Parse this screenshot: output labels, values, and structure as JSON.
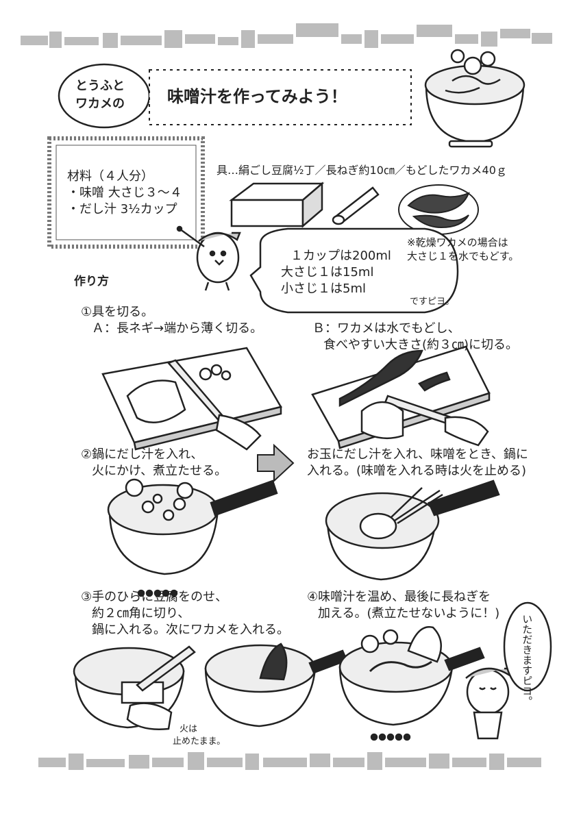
{
  "title": {
    "badge_line1": "とうふと",
    "badge_line2": "ワカメの",
    "main": "味噌汁を作ってみよう！"
  },
  "materials": {
    "heading": "材料（４人分）",
    "item1": "・味噌 大さじ３～４",
    "item2": "・だし汁 3½カップ"
  },
  "ingredients_line": "具…絹ごし豆腐½丁／長ねぎ約10㎝／もどしたワカメ40ｇ",
  "dried_note": {
    "line1": "※乾燥ワカメの場合は",
    "line2": "大さじ１を水でもどす。"
  },
  "measure_bubble": {
    "line1": "１カップは200ml",
    "line2": "大さじ１は15ml",
    "line3": "小さじ１は5ml",
    "tag": "ですピヨ。"
  },
  "how_to": "作り方",
  "step1": {
    "line1": "①具を切る。",
    "line2": "Ａ：長ネギ→端から薄く切る。"
  },
  "step1b": {
    "line1": "Ｂ：ワカメは水でもどし、",
    "line2": "食べやすい大きさ(約３㎝)に切る。"
  },
  "step2": {
    "line1": "②鍋にだし汁を入れ、",
    "line2": "火にかけ、煮立たせる。"
  },
  "step2b": {
    "line1": "お玉にだし汁を入れ、味噌をとき、鍋に",
    "line2": "入れる。(味噌を入れる時は火を止める)"
  },
  "step3": {
    "line1": "③手のひらに豆腐をのせ、",
    "line2": "約２㎝角に切り、",
    "line3": "鍋に入れる。次にワカメを入れる。"
  },
  "step4": {
    "line1": "④味噌汁を温め、最後に長ねぎを",
    "line2": "加える。(煮立たせないように！)"
  },
  "fire_note": {
    "line1": "火は",
    "line2": "止めたまま。"
  },
  "mascot_speech": "いただきますピヨ。"
}
